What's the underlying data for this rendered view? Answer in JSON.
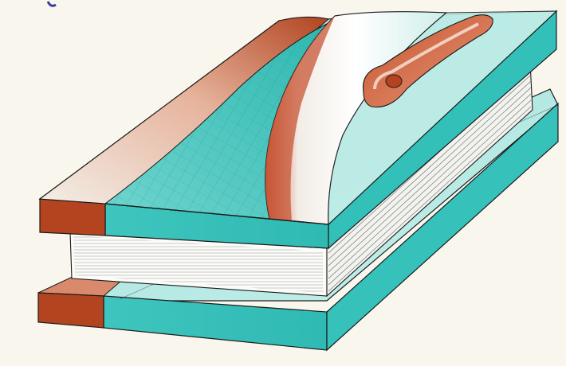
{
  "drawing": {
    "colors": {
      "paper": "#f9f6ee",
      "teal": "#3fc9c2",
      "teal_light": "#a9e6e1",
      "rust": "#b2441f",
      "rust_light": "#d9876a",
      "ink": "#1b1b1b",
      "pages": "#fbfbf8",
      "highlight": "#f4f1ec"
    },
    "parts": [
      "top-cover-slab",
      "page-block",
      "bottom-cover-slab",
      "curved-flap",
      "tube-handle"
    ]
  }
}
